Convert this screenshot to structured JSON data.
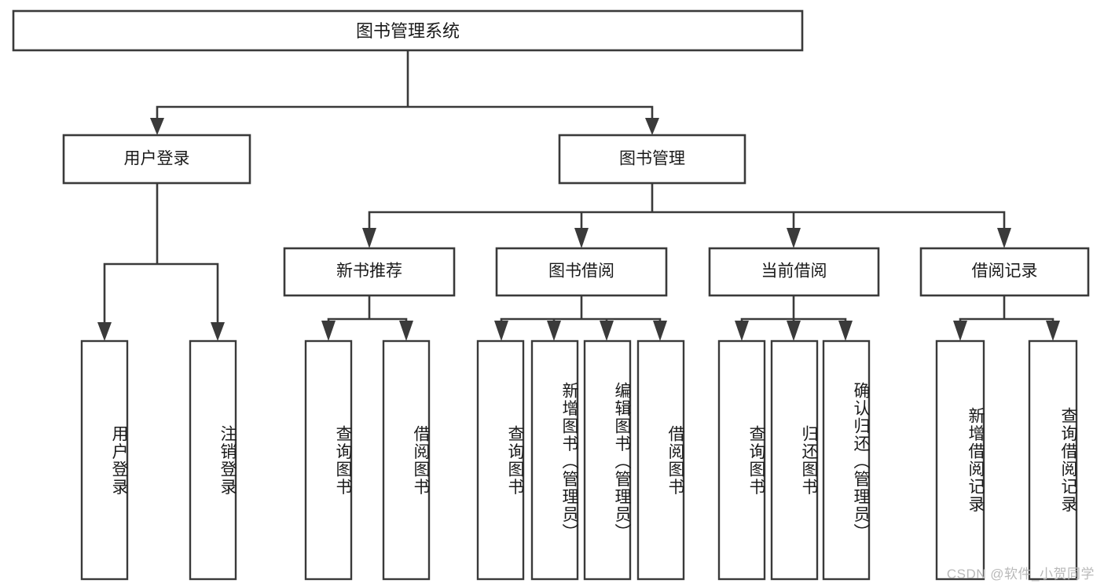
{
  "diagram": {
    "type": "tree-hierarchy",
    "title": "图书管理系统",
    "colors": {
      "box_stroke": "#3a3a3a",
      "box_fill": "#ffffff",
      "connector": "#3a3a3a",
      "text": "#1a1a1a",
      "watermark": "#b9b9b9",
      "background": "#ffffff"
    },
    "root": {
      "label": "图书管理系统"
    },
    "level2": [
      {
        "label": "用户登录"
      },
      {
        "label": "图书管理"
      }
    ],
    "level3": [
      {
        "label": "新书推荐"
      },
      {
        "label": "图书借阅"
      },
      {
        "label": "当前借阅"
      },
      {
        "label": "借阅记录"
      }
    ],
    "leaves": {
      "user_login": [
        {
          "label": "用户登录"
        },
        {
          "label": "注销登录"
        }
      ],
      "new_book_recommend": [
        {
          "label": "查询图书"
        },
        {
          "label": "借阅图书"
        }
      ],
      "book_borrow": [
        {
          "label": "查询图书"
        },
        {
          "label": "新增图书（管理员）"
        },
        {
          "label": "编辑图书（管理员）"
        },
        {
          "label": "借阅图书"
        }
      ],
      "current_borrow": [
        {
          "label": "查询图书"
        },
        {
          "label": "归还图书"
        },
        {
          "label": "确认归还（管理员）"
        }
      ],
      "borrow_record": [
        {
          "label": "新增借阅记录"
        },
        {
          "label": "查询借阅记录"
        }
      ]
    },
    "edges": [
      {
        "from": "图书管理系统",
        "to": "用户登录"
      },
      {
        "from": "图书管理系统",
        "to": "图书管理"
      },
      {
        "from": "用户登录",
        "to": "用户登录"
      },
      {
        "from": "用户登录",
        "to": "注销登录"
      },
      {
        "from": "图书管理",
        "to": "新书推荐"
      },
      {
        "from": "图书管理",
        "to": "图书借阅"
      },
      {
        "from": "图书管理",
        "to": "当前借阅"
      },
      {
        "from": "图书管理",
        "to": "借阅记录"
      },
      {
        "from": "新书推荐",
        "to": "查询图书"
      },
      {
        "from": "新书推荐",
        "to": "借阅图书"
      },
      {
        "from": "图书借阅",
        "to": "查询图书"
      },
      {
        "from": "图书借阅",
        "to": "新增图书（管理员）"
      },
      {
        "from": "图书借阅",
        "to": "编辑图书（管理员）"
      },
      {
        "from": "图书借阅",
        "to": "借阅图书"
      },
      {
        "from": "当前借阅",
        "to": "查询图书"
      },
      {
        "from": "当前借阅",
        "to": "归还图书"
      },
      {
        "from": "当前借阅",
        "to": "确认归还（管理员）"
      },
      {
        "from": "借阅记录",
        "to": "新增借阅记录"
      },
      {
        "from": "借阅记录",
        "to": "查询借阅记录"
      }
    ]
  },
  "watermark": {
    "text": "CSDN @软件_小贺同学"
  }
}
